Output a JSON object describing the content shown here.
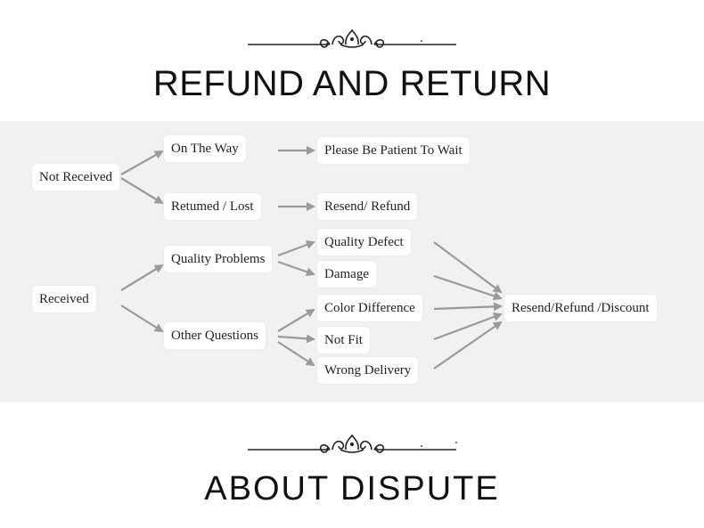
{
  "title_refund": "REFUND AND RETURN",
  "title_dispute": "ABOUT  DISPUTE",
  "colors": {
    "panel_bg": "#f1f1f3",
    "arrow": "#9a9a9a",
    "node_bg": "#ffffff"
  },
  "flow": {
    "not_received": "Not Received",
    "on_the_way": "On The Way",
    "please_wait": "Please Be Patient To Wait",
    "returned_lost": "Retumed / Lost",
    "resend_refund": "Resend/ Refund",
    "received": "Received",
    "quality_problems": "Quality Problems",
    "quality_defect": "Quality Defect",
    "damage": "Damage",
    "other_questions": "Other Questions",
    "color_difference": "Color Difference",
    "not_fit": "Not Fit",
    "wrong_delivery": "Wrong Delivery",
    "resend_refund_discount": "Resend/Refund /Discount"
  }
}
